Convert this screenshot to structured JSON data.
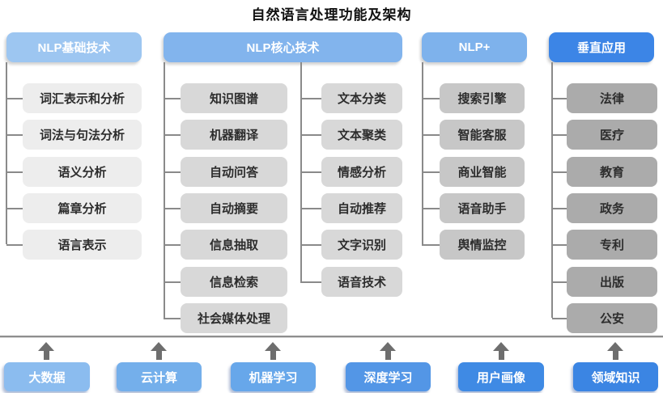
{
  "title": "自然语言处理功能及架构",
  "columns": [
    {
      "header": "NLP基础技术",
      "items": [
        "词汇表示和分析",
        "词法与句法分析",
        "语义分析",
        "篇章分析",
        "语言表示"
      ]
    },
    {
      "header": "NLP核心技术",
      "items_left": [
        "知识图谱",
        "机器翻译",
        "自动问答",
        "自动摘要",
        "信息抽取",
        "信息检索",
        "社会媒体处理"
      ],
      "items_right": [
        "文本分类",
        "文本聚类",
        "情感分析",
        "自动推荐",
        "文字识别",
        "语音技术"
      ]
    },
    {
      "header": "NLP+",
      "items": [
        "搜索引擎",
        "智能客服",
        "商业智能",
        "语音助手",
        "舆情监控"
      ]
    },
    {
      "header": "垂直应用",
      "items": [
        "法律",
        "医疗",
        "教育",
        "政务",
        "专利",
        "出版",
        "公安"
      ]
    }
  ],
  "foundation": {
    "items": [
      "大数据",
      "云计算",
      "机器学习",
      "深度学习",
      "用户画像",
      "领域知识"
    ]
  },
  "icons": {
    "up_arrow": "up-arrow-icon"
  },
  "colors": {
    "header_light_blue": "#9dc6f1",
    "header_mid_blue": "#82b4ed",
    "header_strong_blue": "#3c85e6",
    "basic_node_gray": "#ededed",
    "core_node_gray": "#d8d8d8",
    "plus_node_gray": "#c7c7c7",
    "vertical_node_gray": "#ababab",
    "foundation_blues": [
      "#8bbcef",
      "#74afeb",
      "#67a7ea",
      "#5396e6",
      "#3f8ae4",
      "#3b85e3"
    ],
    "connector_gray": "#8a8a8a",
    "arrow_gray": "#6e6e6e"
  }
}
